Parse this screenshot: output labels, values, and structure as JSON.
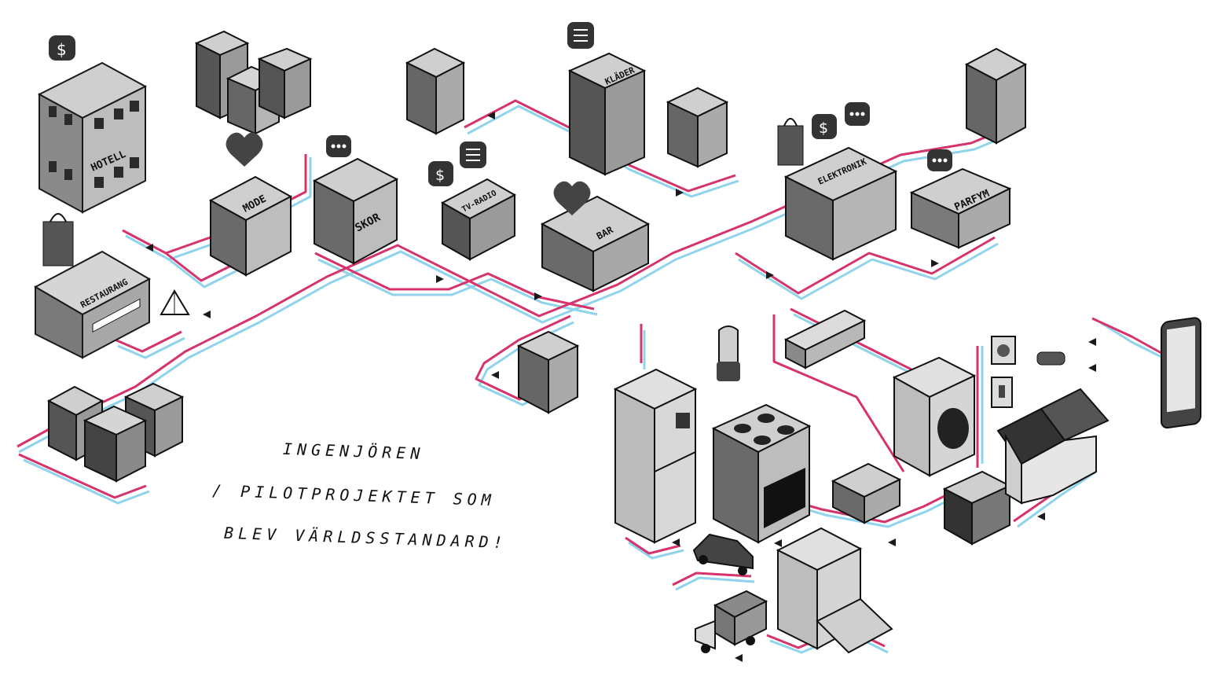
{
  "colors": {
    "pink": "#d6336c",
    "blue": "#8fd3ec",
    "ink": "#1a1a1a",
    "mid": "#6b6b6b",
    "light": "#cfcfcf"
  },
  "signs": {
    "hotell": "HOTELL",
    "restaurang": "RESTAURANG",
    "mode": "MODE",
    "skor": "SKOR",
    "tv_radio": "TV-RADIO",
    "bar": "BAR",
    "klader": "KLÄDER",
    "elektronik": "ELEKTRONIK",
    "parfym": "PARFYM"
  },
  "caption": {
    "line1": "INGENJÖREN",
    "line2": "/ PILOTPROJEKTET SOM",
    "line3": "BLEV VÄRLDSSTANDARD!"
  },
  "icons": [
    "dollar-bubble-icon",
    "chat-bubble-icon",
    "list-bubble-icon",
    "heart-icon",
    "shopping-bag-icon",
    "sandwich-board-icon",
    "fridge-icon",
    "light-bulb-icon",
    "air-conditioner-icon",
    "stove-icon",
    "microwave-icon",
    "washing-machine-icon",
    "tv-icon",
    "house-icon",
    "smartphone-icon",
    "car-icon",
    "truck-icon",
    "dishwasher-icon",
    "power-outlet-icon",
    "light-switch-icon",
    "security-camera-icon"
  ]
}
